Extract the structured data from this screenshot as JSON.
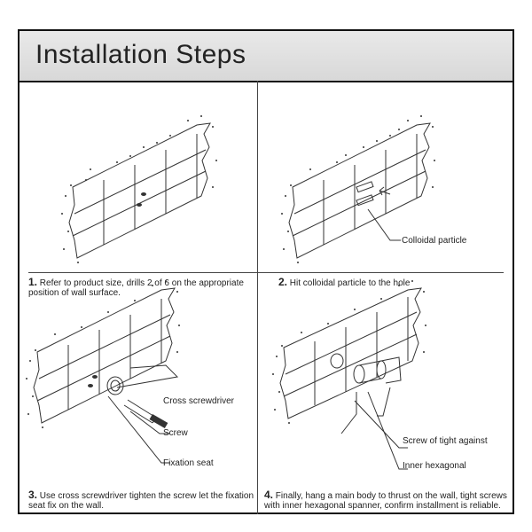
{
  "title": "Installation Steps",
  "steps": [
    {
      "number": "1.",
      "text": "Refer to product size, drills 2 of  6 on the appropriate position of wall surface."
    },
    {
      "number": "2.",
      "text": "Hit colloidal particle to the hole",
      "labels": {
        "colloidal_particle": "Colloidal particle"
      }
    },
    {
      "number": "3.",
      "text": "Use cross screwdriver tighten the screw let the fixation seat fix on the wall.",
      "labels": {
        "cross_screwdriver": "Cross screwdriver",
        "screw": "Screw",
        "fixation_seat": "Fixation seat"
      }
    },
    {
      "number": "4.",
      "text": "Finally, hang a main body to thrust on the wall, tight screws with inner hexagonal spanner, confirm installment is reliable.",
      "labels": {
        "screw_tight": "Screw of tight against",
        "inner_hexagonal": "Inner hexagonal"
      }
    }
  ]
}
